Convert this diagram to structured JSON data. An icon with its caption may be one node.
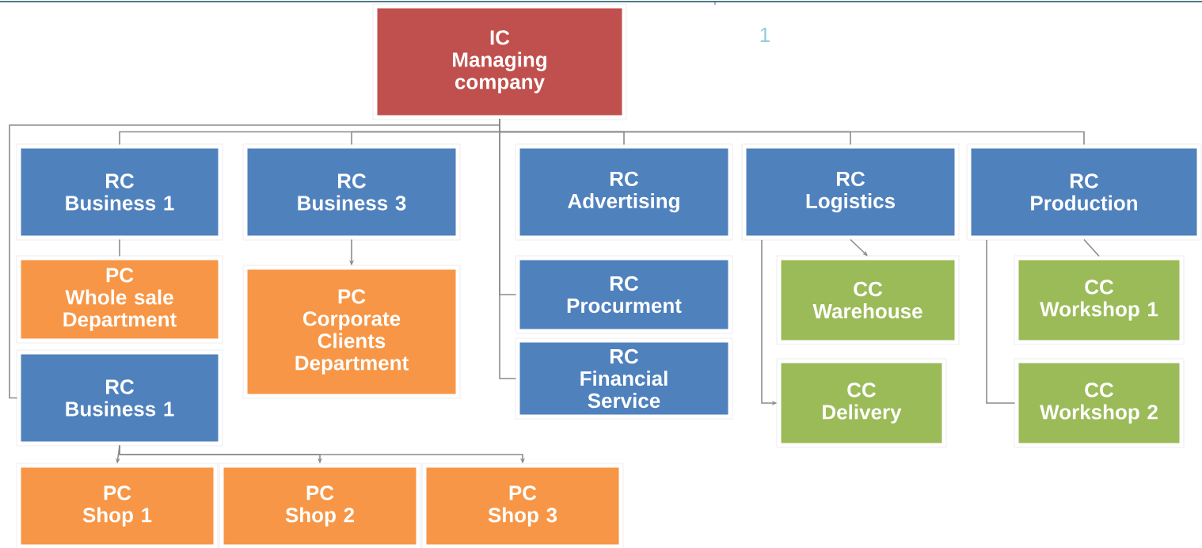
{
  "diagram": {
    "nodes": [
      {
        "text": [
          "IC",
          "Managing company"
        ]
      },
      {
        "text": [
          "RC",
          "Business 1"
        ]
      },
      {
        "text": [
          "RC",
          "Business 3"
        ]
      },
      {
        "text": [
          "RC",
          "Advertising"
        ]
      },
      {
        "text": [
          "RC",
          "Logistics"
        ]
      },
      {
        "text": [
          "RC",
          "Production"
        ]
      },
      {
        "text": [
          "PC",
          "Whole sale Department"
        ]
      },
      {
        "text": [
          "PC",
          "Corporate Clients Department"
        ]
      },
      {
        "text": [
          "RC",
          "Procurment"
        ]
      },
      {
        "text": [
          "RC",
          "Financial Service"
        ]
      },
      {
        "text": [
          "CC",
          "Warehouse"
        ]
      },
      {
        "text": [
          "CC",
          "Workshop 1"
        ]
      },
      {
        "text": [
          "RC",
          "Business 1"
        ]
      },
      {
        "text": [
          "CC",
          "Delivery"
        ]
      },
      {
        "text": [
          "CC",
          "Workshop 2"
        ]
      },
      {
        "text": [
          "PC",
          "Shop 1"
        ]
      },
      {
        "text": [
          "PC",
          "Shop 2"
        ]
      },
      {
        "text": [
          "PC",
          "Shop 3"
        ]
      }
    ],
    "edges": [
      {
        "from": 0,
        "to": 1,
        "arrow": "none"
      },
      {
        "from": 0,
        "to": 2,
        "arrow": "none"
      },
      {
        "from": 0,
        "to": 3,
        "arrow": "none"
      },
      {
        "from": 0,
        "to": 4,
        "arrow": "none"
      },
      {
        "from": 0,
        "to": 5,
        "arrow": "none"
      },
      {
        "from": 0,
        "to": 8,
        "arrow": "none"
      },
      {
        "from": 0,
        "to": 9,
        "arrow": "none"
      },
      {
        "from": 0,
        "to": 12,
        "arrow": "none"
      },
      {
        "from": 1,
        "to": 6,
        "arrow": "none"
      },
      {
        "from": 2,
        "to": 7,
        "arrow": "to"
      },
      {
        "from": 4,
        "to": 10,
        "arrow": "to"
      },
      {
        "from": 4,
        "to": 13,
        "arrow": "to"
      },
      {
        "from": 5,
        "to": 11,
        "arrow": "none"
      },
      {
        "from": 5,
        "to": 14,
        "arrow": "none"
      },
      {
        "from": 12,
        "to": 15,
        "arrow": "to"
      },
      {
        "from": 12,
        "to": 16,
        "arrow": "to"
      },
      {
        "from": 12,
        "to": 17,
        "arrow": "to"
      }
    ],
    "labels": [
      "1"
    ]
  }
}
